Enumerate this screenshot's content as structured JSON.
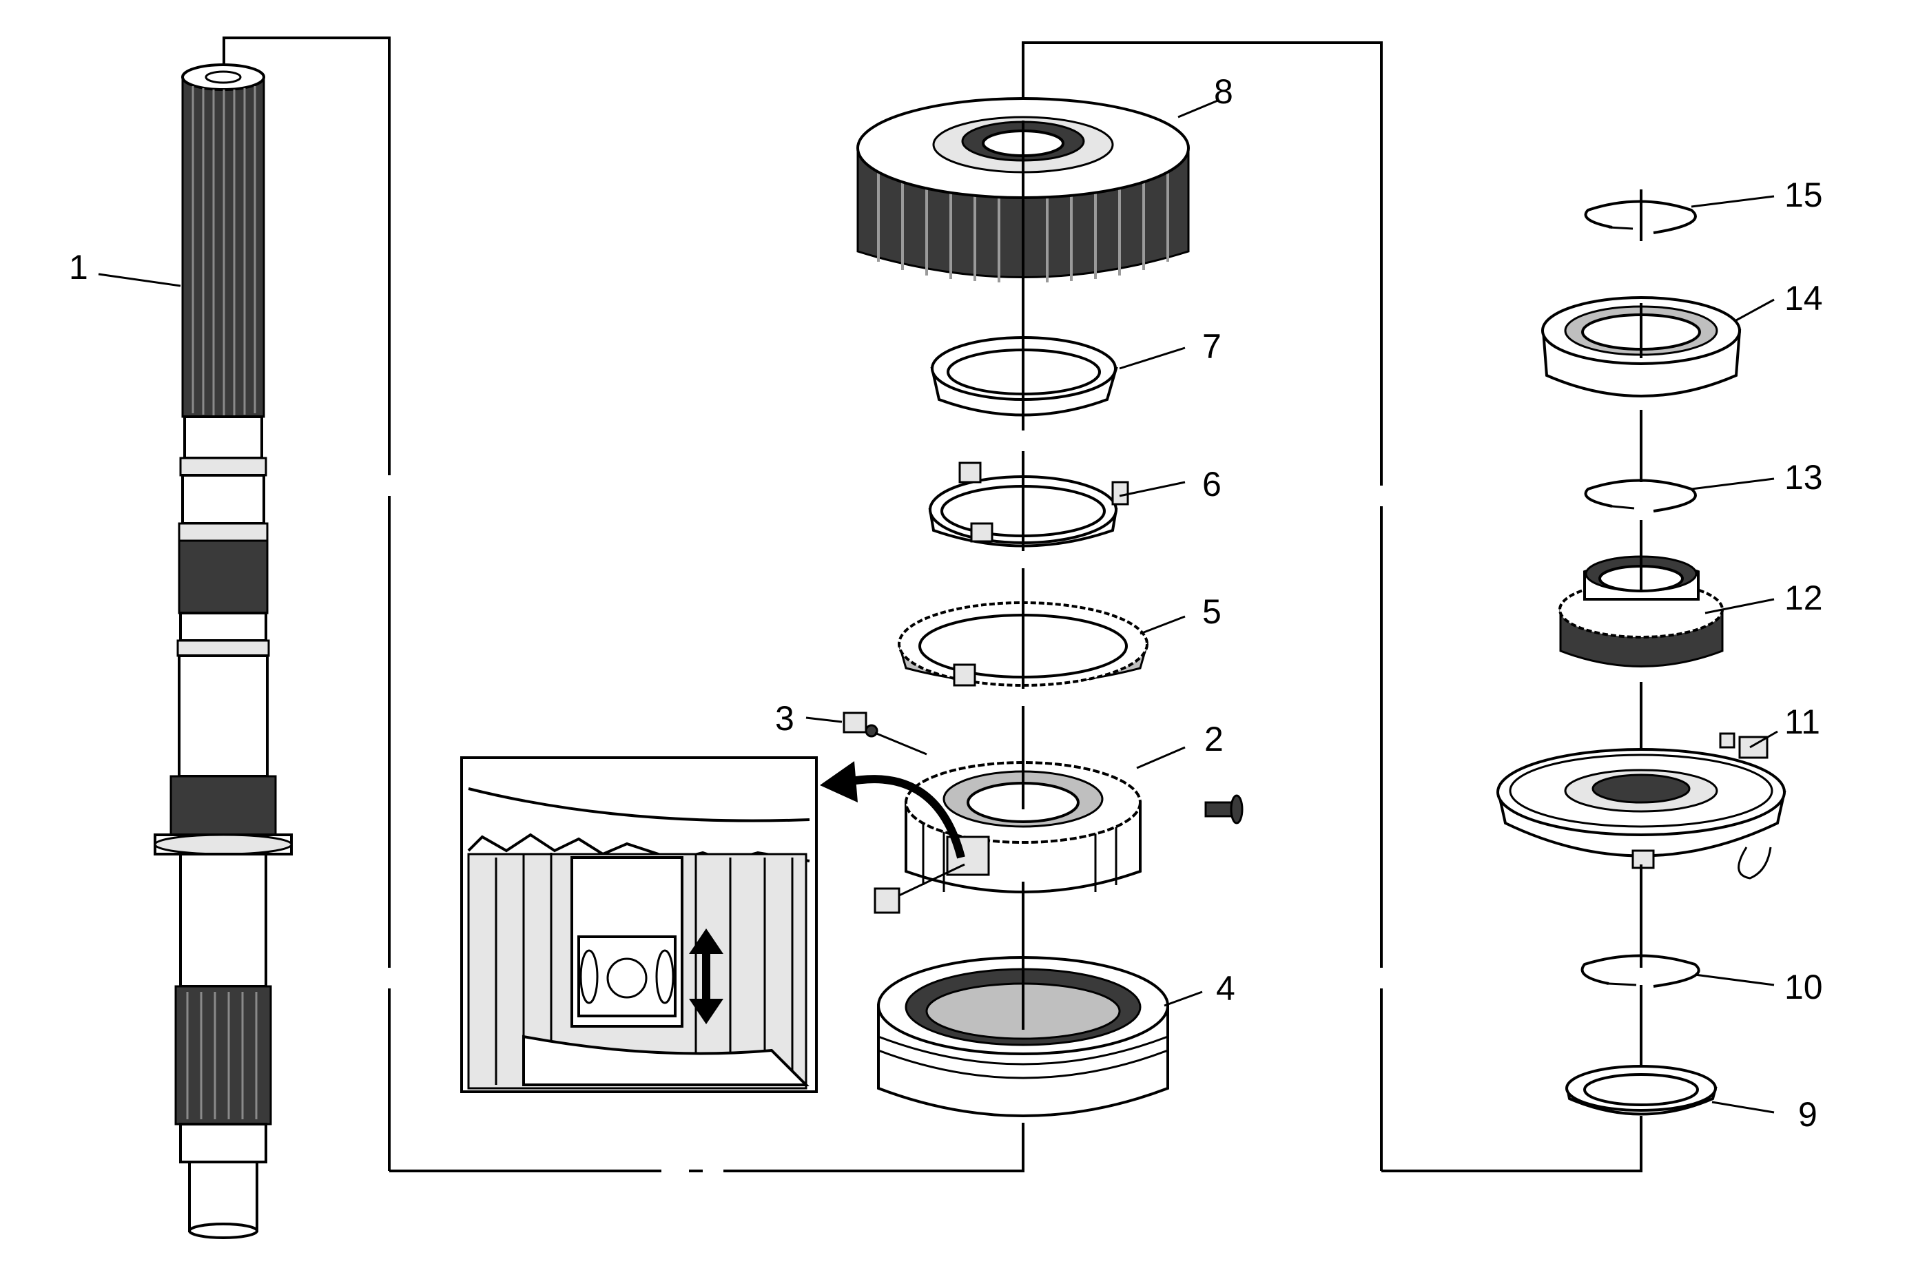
{
  "callouts": {
    "c1": "1",
    "c2": "2",
    "c3": "3",
    "c4": "4",
    "c5": "5",
    "c6": "6",
    "c7": "7",
    "c8": "8",
    "c9": "9",
    "c10": "10",
    "c11": "11",
    "c12": "12",
    "c13": "13",
    "c14": "14",
    "c15": "15"
  },
  "colors": {
    "line": "#000000",
    "background": "#ffffff",
    "shade_dark": "#3a3a3a",
    "shade_mid": "#bfbfbf"
  },
  "icons": {
    "detail_arrow": "curved-arrow-icon",
    "movement_arrow": "double-arrow-icon"
  }
}
